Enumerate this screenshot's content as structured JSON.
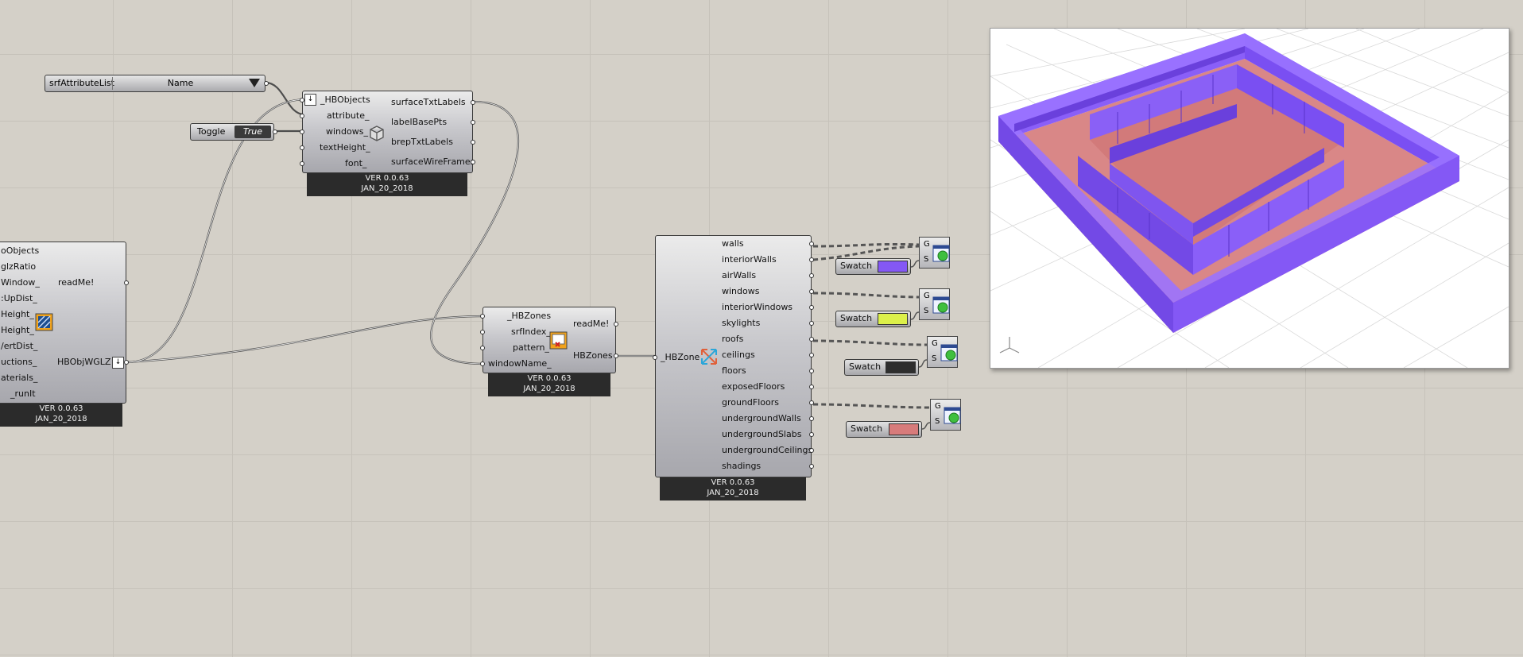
{
  "attr_list": {
    "label": "srfAttributeList",
    "value": "Name"
  },
  "toggle": {
    "label": "Toggle",
    "value": "True"
  },
  "label_comp": {
    "inputs": [
      "_HBObjects",
      "attribute_",
      "windows_",
      "textHeight_",
      "font_"
    ],
    "outputs": [
      "surfaceTxtLabels",
      "labelBasePts",
      "brepTxtLabels",
      "surfaceWireFrames"
    ],
    "ver": "VER 0.0.63",
    "date": "JAN_20_2018"
  },
  "wglz_comp": {
    "inputs": [
      "oObjects",
      "glzRatio",
      "Window_",
      ":UpDist_",
      "Height_",
      "Height_",
      "/ertDist_",
      "uctions_",
      "aterials_",
      "_runIt"
    ],
    "outputs": [
      "readMe!",
      "HBObjWGLZ"
    ],
    "ver": "VER 0.0.63",
    "date": "JAN_20_2018"
  },
  "zone_comp": {
    "inputs": [
      "_HBZones",
      "srfIndex_",
      "pattern_",
      "windowName_"
    ],
    "outputs": [
      "readMe!",
      "HBZones"
    ],
    "ver": "VER 0.0.63",
    "date": "JAN_20_2018"
  },
  "decomp": {
    "input": "_HBZone",
    "outputs": [
      "walls",
      "interiorWalls",
      "airWalls",
      "windows",
      "interiorWindows",
      "skylights",
      "roofs",
      "ceilings",
      "floors",
      "exposedFloors",
      "groundFloors",
      "undergroundWalls",
      "undergroundSlabs",
      "undergroundCeilings",
      "shadings"
    ],
    "ver": "VER 0.0.63",
    "date": "JAN_20_2018"
  },
  "swatches": [
    {
      "label": "Swatch",
      "color": "#8458f5"
    },
    {
      "label": "Swatch",
      "color": "#dcf04a"
    },
    {
      "label": "Swatch",
      "color": "#2e2e2e"
    },
    {
      "label": "Swatch",
      "color": "#d77b7b"
    }
  ],
  "preview": {
    "g": "G",
    "s": "S"
  },
  "colors": {
    "wall": "#8458f5",
    "wall_dark": "#5f35d8",
    "floor": "#d98787",
    "wire": "#555555"
  }
}
